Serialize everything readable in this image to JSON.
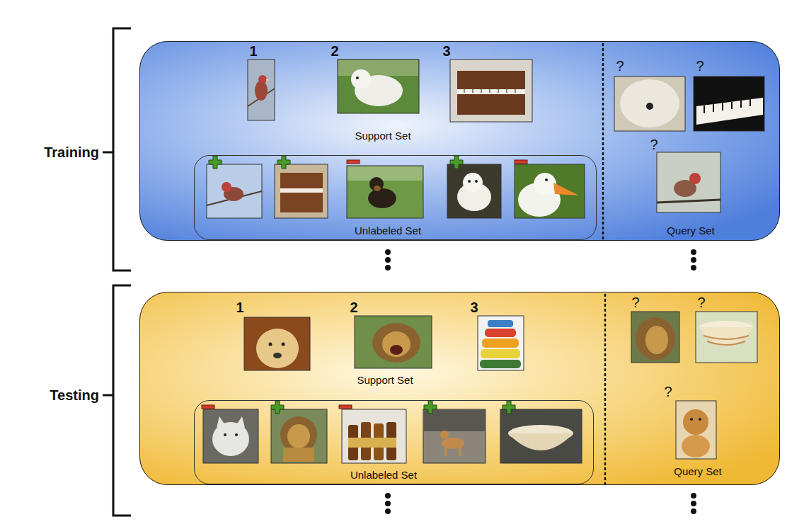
{
  "diagram": {
    "nodes": [
      {
        "text": [
          "Support Set",
          "Query Set"
        ]
      },
      {
        "text": [
          "Unlabeled Set"
        ],
        "in": 0
      },
      {
        "text": [
          "Support Set",
          "Query Set"
        ]
      },
      {
        "text": [
          "Unlabeled Set"
        ],
        "in": 2
      }
    ],
    "labels": [
      "Training",
      "1",
      "2",
      "3",
      "?",
      "?",
      "?",
      "Testing",
      "1",
      "2",
      "3",
      "?",
      "?",
      "?"
    ]
  }
}
